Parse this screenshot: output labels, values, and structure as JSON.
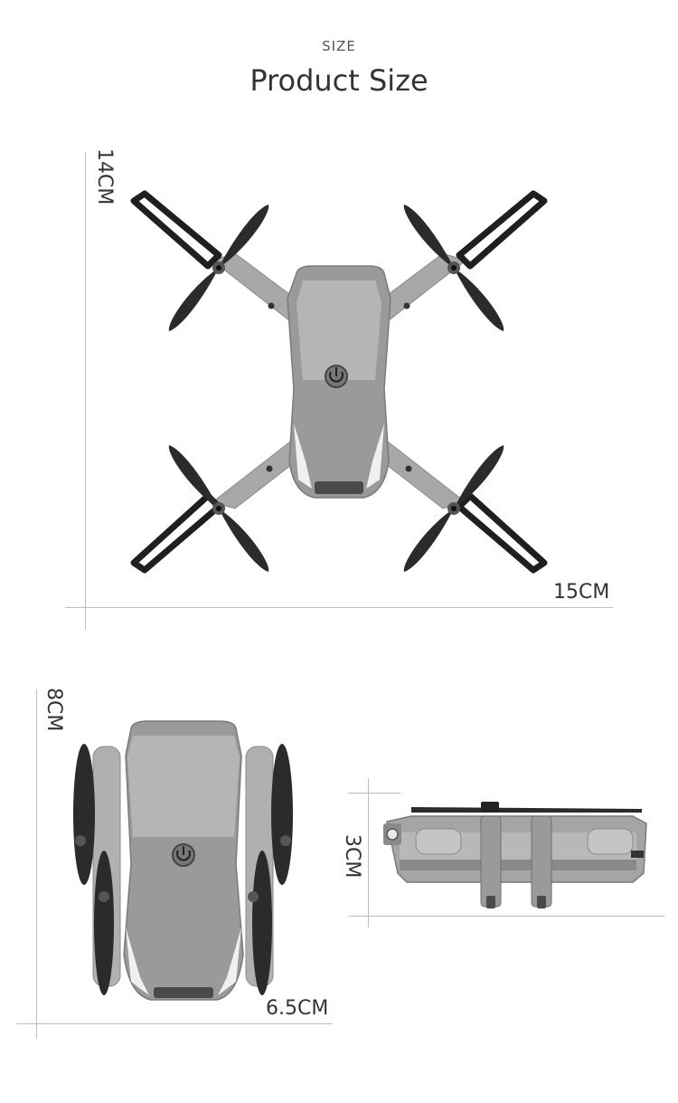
{
  "header": {
    "kicker": "SIZE",
    "title": "Product Size"
  },
  "dimensions": {
    "unfolded_height": "14CM",
    "unfolded_width": "15CM",
    "folded_length": "8CM",
    "folded_width": "6.5CM",
    "folded_height": "3CM"
  },
  "colors": {
    "body": "#9a9a9a",
    "body_light": "#b5b5b5",
    "arm": "#a8a8a8",
    "propeller": "#2b2b2b",
    "guard": "#1f1f1f",
    "line": "#bdbdbd"
  },
  "icons": {
    "power_button": "power-icon"
  }
}
